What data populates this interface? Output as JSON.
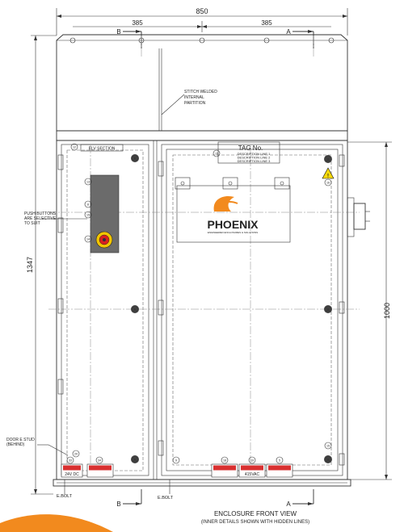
{
  "dimensions": {
    "overall_width": "850",
    "left_half": "385",
    "right_half": "385",
    "overall_height": "1347",
    "door_height": "1000"
  },
  "section_marks": {
    "b_top": "B",
    "a_top": "A",
    "b_bottom": "B",
    "a_bottom": "A"
  },
  "notes": {
    "partition_line1": "STITCH WELDED",
    "partition_line2": "INTERNAL",
    "partition_line3": "PARTITION",
    "pushbuttons_line1": "PUSH BUTTONS",
    "pushbuttons_line2": "ARE SELECTIVE",
    "pushbuttons_line3": "TO SUIT",
    "door_stud_line1": "DOOR E STUD",
    "door_stud_line2": "(BEHIND)",
    "ebolt_left": "E.BOLT",
    "ebolt_right": "E.BOLT"
  },
  "labels": {
    "elv_section": "ELV SECTION",
    "tag_title": "TAG No.",
    "tag_desc1": "DESCRIPTION LINE 1",
    "tag_desc2": "DESCRIPTION LINE 2",
    "tag_desc3": "DESCRIPTION LINE 3",
    "logo_text": "PHOENIX",
    "logo_tagline": "ENGINEERED ENCLOSURES & SOLUTIONS",
    "nameplate_dc": "24V DC",
    "nameplate_ac": "415VAC"
  },
  "callouts": {
    "c12": "12",
    "c13": "13",
    "c8": "8",
    "c15a": "15",
    "c14": "14",
    "c6a": "6",
    "c6b": "6",
    "c6c": "6",
    "c15b": "15",
    "c11a": "11",
    "c16": "16",
    "c11b": "11",
    "c11c": "11",
    "c15c": "15",
    "c20": "20",
    "c33": "33",
    "c34": "34",
    "c9": "9",
    "c18": "18",
    "c19": "19",
    "c5": "5"
  },
  "caption": {
    "title": "ENCLOSURE FRONT VIEW",
    "subtitle": "(INNER DETAILS SHOWN WITH HIDDEN LINES)"
  },
  "colors": {
    "line": "#333333",
    "estop_yellow": "#f2c500",
    "estop_red": "#d92020",
    "label_red": "#d93030",
    "logo_orange": "#f28a1e",
    "warning_yellow": "#f5d90a",
    "panel_grey": "#6b6b6b"
  }
}
